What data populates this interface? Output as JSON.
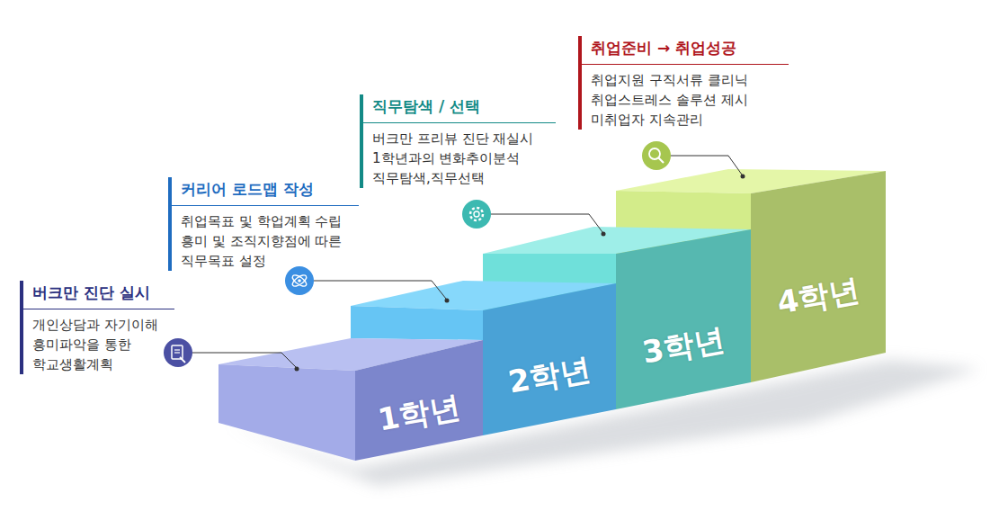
{
  "diagram": {
    "nodes": [
      {
        "text": [
          "버크만 진단 실시",
          "개인상담과 자기이해 흥미파악을 통한 학교생활계획"
        ]
      },
      {
        "text": [
          "커리어 로드맵 작성",
          "취업목표 및 학업계획 수립 흥미 및 조직지향점에 따른 직무목표 설정"
        ]
      },
      {
        "text": [
          "직무탐색 / 선택",
          "버크만 프리뷰 진단 재실시 1학년과의 변화추이분석 직무탐색,직무선택"
        ]
      },
      {
        "text": [
          "취업준비 → 취업성공",
          "취업지원 구직서류 클리닉 취업스트레스 솔루션 제시 미취업자 지속관리"
        ]
      },
      {
        "text": [
          "1학년"
        ]
      },
      {
        "text": [
          "2학년"
        ]
      },
      {
        "text": [
          "3학년"
        ]
      },
      {
        "text": [
          "4학년"
        ]
      }
    ]
  }
}
